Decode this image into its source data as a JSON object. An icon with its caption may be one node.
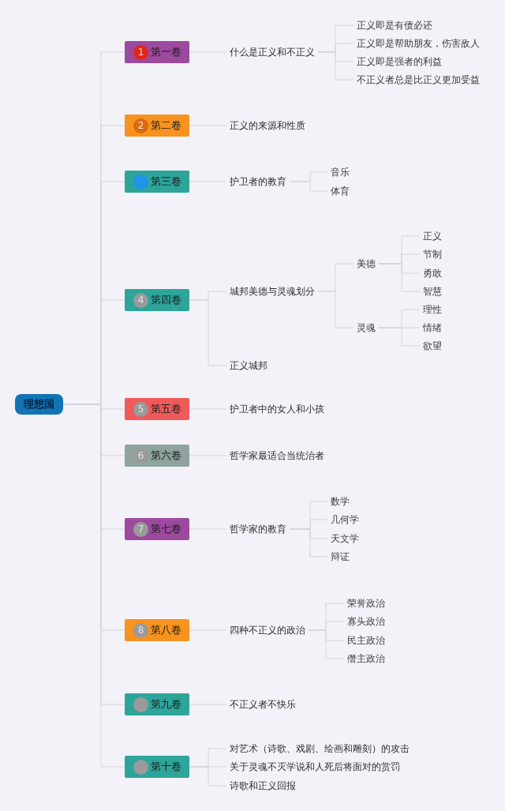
{
  "diagram": {
    "nodes": [
      {
        "text": [
          "理想国"
        ]
      },
      {
        "text": [
          "1",
          "第一卷"
        ]
      },
      {
        "text": [
          "什么是正义和不正义"
        ]
      },
      {
        "text": [
          "正义即是有债必还"
        ]
      },
      {
        "text": [
          "正义即是帮助朋友，伤害敌人"
        ]
      },
      {
        "text": [
          "正义即是强者的利益"
        ]
      },
      {
        "text": [
          "不正义者总是比正义更加受益"
        ]
      },
      {
        "text": [
          "2",
          "第二卷"
        ]
      },
      {
        "text": [
          "正义的来源和性质"
        ]
      },
      {
        "text": [
          "第三卷"
        ]
      },
      {
        "text": [
          "护卫者的教育"
        ]
      },
      {
        "text": [
          "音乐"
        ]
      },
      {
        "text": [
          "体育"
        ]
      },
      {
        "text": [
          "4",
          "第四卷"
        ]
      },
      {
        "text": [
          "城邦美德与灵魂划分"
        ]
      },
      {
        "text": [
          "美德"
        ]
      },
      {
        "text": [
          "正义"
        ]
      },
      {
        "text": [
          "节制"
        ]
      },
      {
        "text": [
          "勇敢"
        ]
      },
      {
        "text": [
          "智慧"
        ]
      },
      {
        "text": [
          "灵魂"
        ]
      },
      {
        "text": [
          "理性"
        ]
      },
      {
        "text": [
          "情绪"
        ]
      },
      {
        "text": [
          "欲望"
        ]
      },
      {
        "text": [
          "正义城邦"
        ]
      },
      {
        "text": [
          "5",
          "第五卷"
        ]
      },
      {
        "text": [
          "护卫者中的女人和小孩"
        ]
      },
      {
        "text": [
          "6",
          "第六卷"
        ]
      },
      {
        "text": [
          "哲学家最适合当统治者"
        ]
      },
      {
        "text": [
          "7",
          "第七卷"
        ]
      },
      {
        "text": [
          "哲学家的教育"
        ]
      },
      {
        "text": [
          "数学"
        ]
      },
      {
        "text": [
          "几何学"
        ]
      },
      {
        "text": [
          "天文学"
        ]
      },
      {
        "text": [
          "辩证"
        ]
      },
      {
        "text": [
          "8",
          "第八卷"
        ]
      },
      {
        "text": [
          "四种不正义的政治"
        ]
      },
      {
        "text": [
          "荣誉政治"
        ]
      },
      {
        "text": [
          "寡头政治"
        ]
      },
      {
        "text": [
          "民主政治"
        ]
      },
      {
        "text": [
          "僭主政治"
        ]
      },
      {
        "text": [
          "第九卷"
        ]
      },
      {
        "text": [
          "不正义者不快乐"
        ]
      },
      {
        "text": [
          "第十卷"
        ]
      },
      {
        "text": [
          "对艺术（诗歌、戏剧、绘画和雕刻）的攻击"
        ]
      },
      {
        "text": [
          "关于灵魂不灭学说和人死后将面对的赏罚"
        ]
      },
      {
        "text": [
          "诗歌和正义回报"
        ]
      }
    ],
    "edges": [
      {
        "from": 0,
        "to": 1,
        "arrow": "none"
      },
      {
        "from": 0,
        "to": 7,
        "arrow": "none"
      },
      {
        "from": 0,
        "to": 9,
        "arrow": "none"
      },
      {
        "from": 0,
        "to": 13,
        "arrow": "none"
      },
      {
        "from": 0,
        "to": 25,
        "arrow": "none"
      },
      {
        "from": 0,
        "to": 27,
        "arrow": "none"
      },
      {
        "from": 0,
        "to": 29,
        "arrow": "none"
      },
      {
        "from": 0,
        "to": 35,
        "arrow": "none"
      },
      {
        "from": 0,
        "to": 41,
        "arrow": "none"
      },
      {
        "from": 0,
        "to": 43,
        "arrow": "none"
      },
      {
        "from": 1,
        "to": 2,
        "arrow": "none"
      },
      {
        "from": 2,
        "to": 3,
        "arrow": "none"
      },
      {
        "from": 2,
        "to": 4,
        "arrow": "none"
      },
      {
        "from": 2,
        "to": 5,
        "arrow": "none"
      },
      {
        "from": 2,
        "to": 6,
        "arrow": "none"
      },
      {
        "from": 7,
        "to": 8,
        "arrow": "none"
      },
      {
        "from": 9,
        "to": 10,
        "arrow": "none"
      },
      {
        "from": 10,
        "to": 11,
        "arrow": "none"
      },
      {
        "from": 10,
        "to": 12,
        "arrow": "none"
      },
      {
        "from": 13,
        "to": 14,
        "arrow": "none"
      },
      {
        "from": 13,
        "to": 24,
        "arrow": "none"
      },
      {
        "from": 14,
        "to": 15,
        "arrow": "none"
      },
      {
        "from": 14,
        "to": 20,
        "arrow": "none"
      },
      {
        "from": 15,
        "to": 16,
        "arrow": "none"
      },
      {
        "from": 15,
        "to": 17,
        "arrow": "none"
      },
      {
        "from": 15,
        "to": 18,
        "arrow": "none"
      },
      {
        "from": 15,
        "to": 19,
        "arrow": "none"
      },
      {
        "from": 20,
        "to": 21,
        "arrow": "none"
      },
      {
        "from": 20,
        "to": 22,
        "arrow": "none"
      },
      {
        "from": 20,
        "to": 23,
        "arrow": "none"
      },
      {
        "from": 25,
        "to": 26,
        "arrow": "none"
      },
      {
        "from": 27,
        "to": 28,
        "arrow": "none"
      },
      {
        "from": 29,
        "to": 30,
        "arrow": "none"
      },
      {
        "from": 30,
        "to": 31,
        "arrow": "none"
      },
      {
        "from": 30,
        "to": 32,
        "arrow": "none"
      },
      {
        "from": 30,
        "to": 33,
        "arrow": "none"
      },
      {
        "from": 30,
        "to": 34,
        "arrow": "none"
      },
      {
        "from": 35,
        "to": 36,
        "arrow": "none"
      },
      {
        "from": 36,
        "to": 37,
        "arrow": "none"
      },
      {
        "from": 36,
        "to": 38,
        "arrow": "none"
      },
      {
        "from": 36,
        "to": 39,
        "arrow": "none"
      },
      {
        "from": 36,
        "to": 40,
        "arrow": "none"
      },
      {
        "from": 41,
        "to": 42,
        "arrow": "none"
      },
      {
        "from": 43,
        "to": 44,
        "arrow": "none"
      },
      {
        "from": 43,
        "to": 45,
        "arrow": "none"
      },
      {
        "from": 43,
        "to": 46,
        "arrow": "none"
      }
    ]
  }
}
